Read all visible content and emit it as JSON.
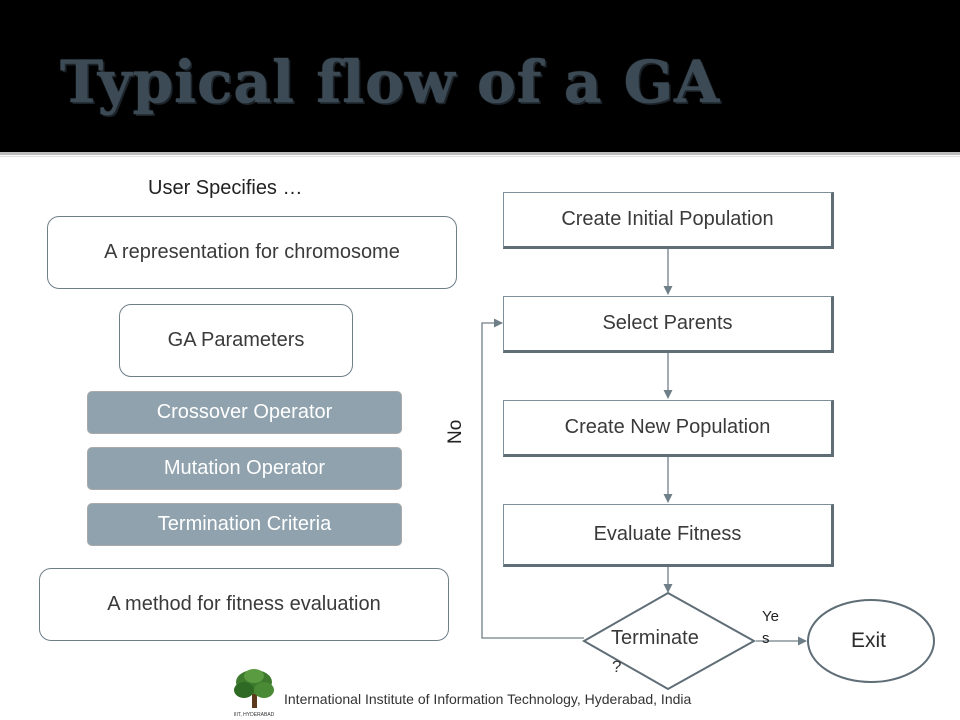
{
  "title": "Typical flow of a GA",
  "user_heading": "User Specifies …",
  "left_boxes": {
    "representation": "A representation for chromosome",
    "parameters": "GA Parameters",
    "crossover": "Crossover Operator",
    "mutation": "Mutation Operator",
    "termination": "Termination Criteria",
    "fitness_method": "A method for fitness evaluation"
  },
  "flow": {
    "create_initial": "Create Initial Population",
    "select_parents": "Select Parents",
    "create_new": "Create New Population",
    "evaluate": "Evaluate Fitness",
    "terminate": "Terminate",
    "terminate_q": "?",
    "exit": "Exit",
    "yes_line1": "Ye",
    "yes_line2": "s",
    "no": "No"
  },
  "footer": {
    "logo_caption": "IIIT, HYDERABAD",
    "institute": "International Institute of Information Technology, Hyderabad, India"
  },
  "colors": {
    "header_bg": "#000000",
    "title": "#3b4a55",
    "param_box": "#8fa2ad"
  }
}
